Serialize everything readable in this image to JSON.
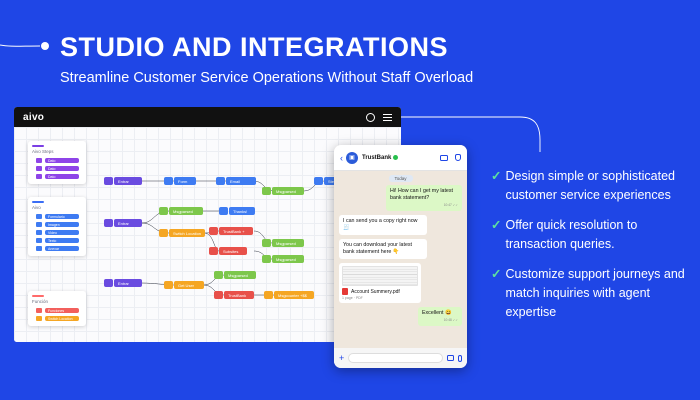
{
  "title": "STUDIO AND INTEGRATIONS",
  "subtitle": "Streamline Customer Service Operations Without Staff Overload",
  "studio": {
    "brand": "aivo",
    "panels": [
      {
        "title": "Aivo Steps",
        "accent": "#7b3fe4",
        "chips": [
          {
            "label": "Dato",
            "color": "#8e44e8"
          },
          {
            "label": "Dato",
            "color": "#8e44e8"
          },
          {
            "label": "Dato",
            "color": "#8e44e8"
          }
        ]
      },
      {
        "title": "Aivo",
        "accent": "#3b6ef5",
        "chips": [
          {
            "label": "Formulario",
            "color": "#3e7bf2"
          },
          {
            "label": "Imagen",
            "color": "#3e7bf2"
          },
          {
            "label": "Video",
            "color": "#3e7bf2"
          },
          {
            "label": "Texto",
            "color": "#3e7bf2"
          },
          {
            "label": "Anexar",
            "color": "#3e7bf2"
          }
        ]
      },
      {
        "title": "Función",
        "accent": "#ff6b6b",
        "chips": [
          {
            "label": "Funciones",
            "color": "#f25f5c"
          },
          {
            "label": "Switch Location",
            "color": "#f5a623"
          }
        ]
      }
    ],
    "nodes": [
      {
        "label": "Entrar",
        "color": "#6a4be0"
      },
      {
        "label": "Form",
        "color": "#3e7bf2"
      },
      {
        "label": "Email",
        "color": "#3e7bf2"
      },
      {
        "label": "Msgparsed",
        "color": "#7dc74b"
      },
      {
        "label": "Step Builder",
        "color": "#3e7bf2"
      },
      {
        "label": "Entrar",
        "color": "#6a4be0"
      },
      {
        "label": "Msgparsed",
        "color": "#7dc74b"
      },
      {
        "label": "Thanks!",
        "color": "#3e7bf2"
      },
      {
        "label": "Switch Location",
        "color": "#f5a623"
      },
      {
        "label": "TrustBank +",
        "color": "#e8504a"
      },
      {
        "label": "Msgparsed",
        "color": "#7dc74b"
      },
      {
        "label": "Subsites",
        "color": "#e8504a"
      },
      {
        "label": "Msgparsed",
        "color": "#7dc74b"
      },
      {
        "label": "Entrar",
        "color": "#6a4be0"
      },
      {
        "label": "Get User",
        "color": "#f5a623"
      },
      {
        "label": "Msgparsed",
        "color": "#7dc74b"
      },
      {
        "label": "TrustBank",
        "color": "#e8504a"
      },
      {
        "label": "Msgcounter +$$",
        "color": "#f5a623"
      }
    ]
  },
  "phone": {
    "bank_name": "TrustBank",
    "day_label": "Today",
    "messages": [
      {
        "dir": "out",
        "text": "Hi! How can I get my latest bank statement?",
        "meta": "10:47 ✓✓"
      },
      {
        "dir": "in",
        "text": "I can send you a copy right now 🧾",
        "meta": ""
      },
      {
        "dir": "in",
        "text": "You can download your latest bank statement here 👇",
        "meta": ""
      }
    ],
    "document": {
      "name": "Account Summery.pdf",
      "meta": "1 page · PDF"
    },
    "last_message": {
      "dir": "out",
      "text": "Excellent 😀",
      "meta": "10:48 ✓✓"
    }
  },
  "features": [
    "Design simple or sophisticated customer service experiences",
    "Offer quick resolution to transaction queries.",
    "Customize support journeys and match inquiries with agent expertise"
  ],
  "check_symbol": "✓",
  "colors": {
    "background": "#1f46e6",
    "check": "#5de0a0",
    "chat_out": "#dcf8c6",
    "chat_bg": "#efe7dd"
  }
}
